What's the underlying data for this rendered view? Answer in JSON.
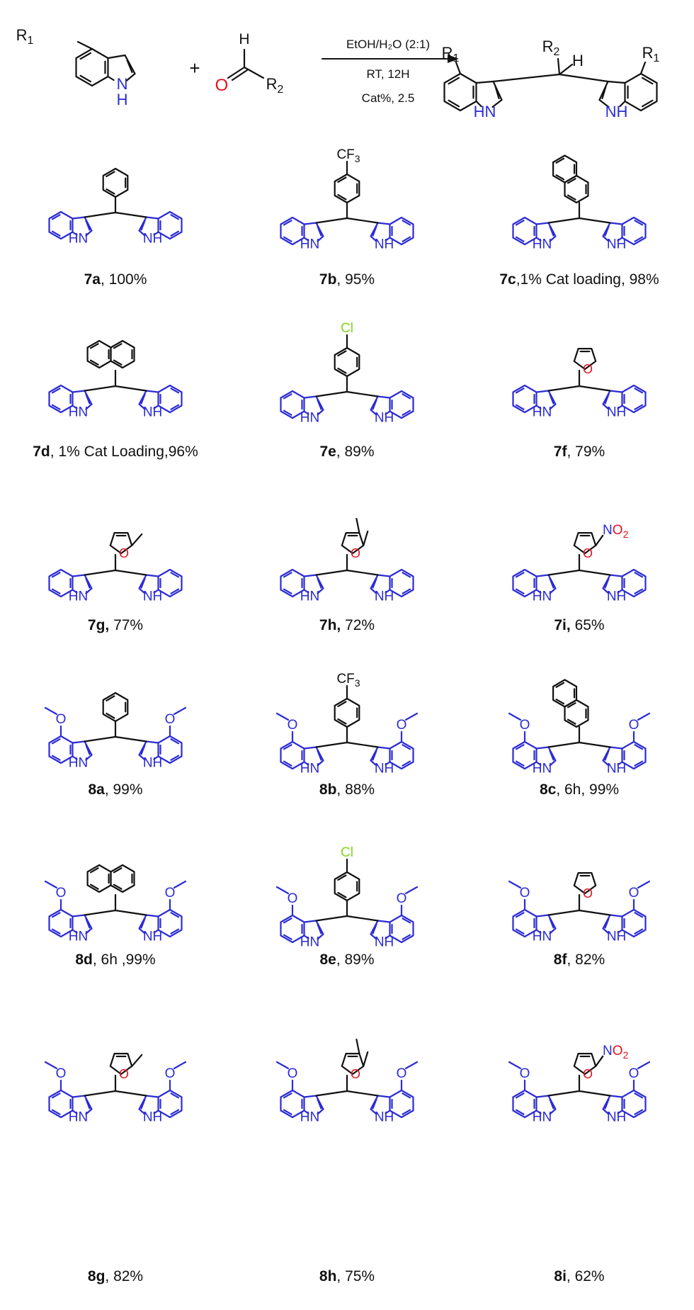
{
  "reaction": {
    "reagent_indole_sub": "R",
    "reagent_indole_sub_index": "1",
    "reagent_indole_nh": "N",
    "reagent_indole_h": "H",
    "plus": "+",
    "aldehyde_h": "H",
    "aldehyde_o": "O",
    "aldehyde_r": "R",
    "aldehyde_r_index": "2",
    "conditions": [
      "EtOH/H₂O (2:1)",
      "RT, 12H",
      "Cat%, 2.5"
    ],
    "product_r1_left": "R",
    "product_r1_right": "R",
    "product_r1_index": "1",
    "product_r2": "R",
    "product_r2_index": "2",
    "product_h": "H",
    "product_hn_left": "HN",
    "product_nh_right": "NH"
  },
  "colors": {
    "indole": "#2b2bd6",
    "oxygen": "#e0141e",
    "chlorine": "#7fd81f",
    "bond": "#111111"
  },
  "compounds": [
    {
      "id": "7a",
      "rest": ", 100%"
    },
    {
      "id": "7b",
      "rest": ", 95%"
    },
    {
      "id": "7c",
      "rest": ",1% Cat loading, 98%"
    },
    {
      "id": "7d",
      "rest": ", 1% Cat Loading,96%"
    },
    {
      "id": "7e",
      "rest": ", 89%"
    },
    {
      "id": "7f",
      "rest": ", 79%"
    },
    {
      "id": "7g,",
      "rest": " 77%"
    },
    {
      "id": "7h,",
      "rest": " 72%"
    },
    {
      "id": "7i,",
      "rest": " 65%"
    },
    {
      "id": "8a",
      "rest": ", 99%"
    },
    {
      "id": "8b",
      "rest": ", 88%"
    },
    {
      "id": "8c",
      "rest": ", 6h, 99%"
    },
    {
      "id": "8d",
      "rest": ", 6h ,99%"
    },
    {
      "id": "8e",
      "rest": ", 89%"
    },
    {
      "id": "8f",
      "rest": ", 82%"
    },
    {
      "id": "8g",
      "rest": ", 82%"
    },
    {
      "id": "8h",
      "rest": ", 75%"
    },
    {
      "id": "8i",
      "rest": ", 62%"
    }
  ],
  "atom_labels": {
    "hn": "HN",
    "nh": "NH",
    "o": "O",
    "cl": "Cl",
    "c": "C",
    "f": "F",
    "f_index": "3",
    "n": "N",
    "no2_index": "2"
  }
}
